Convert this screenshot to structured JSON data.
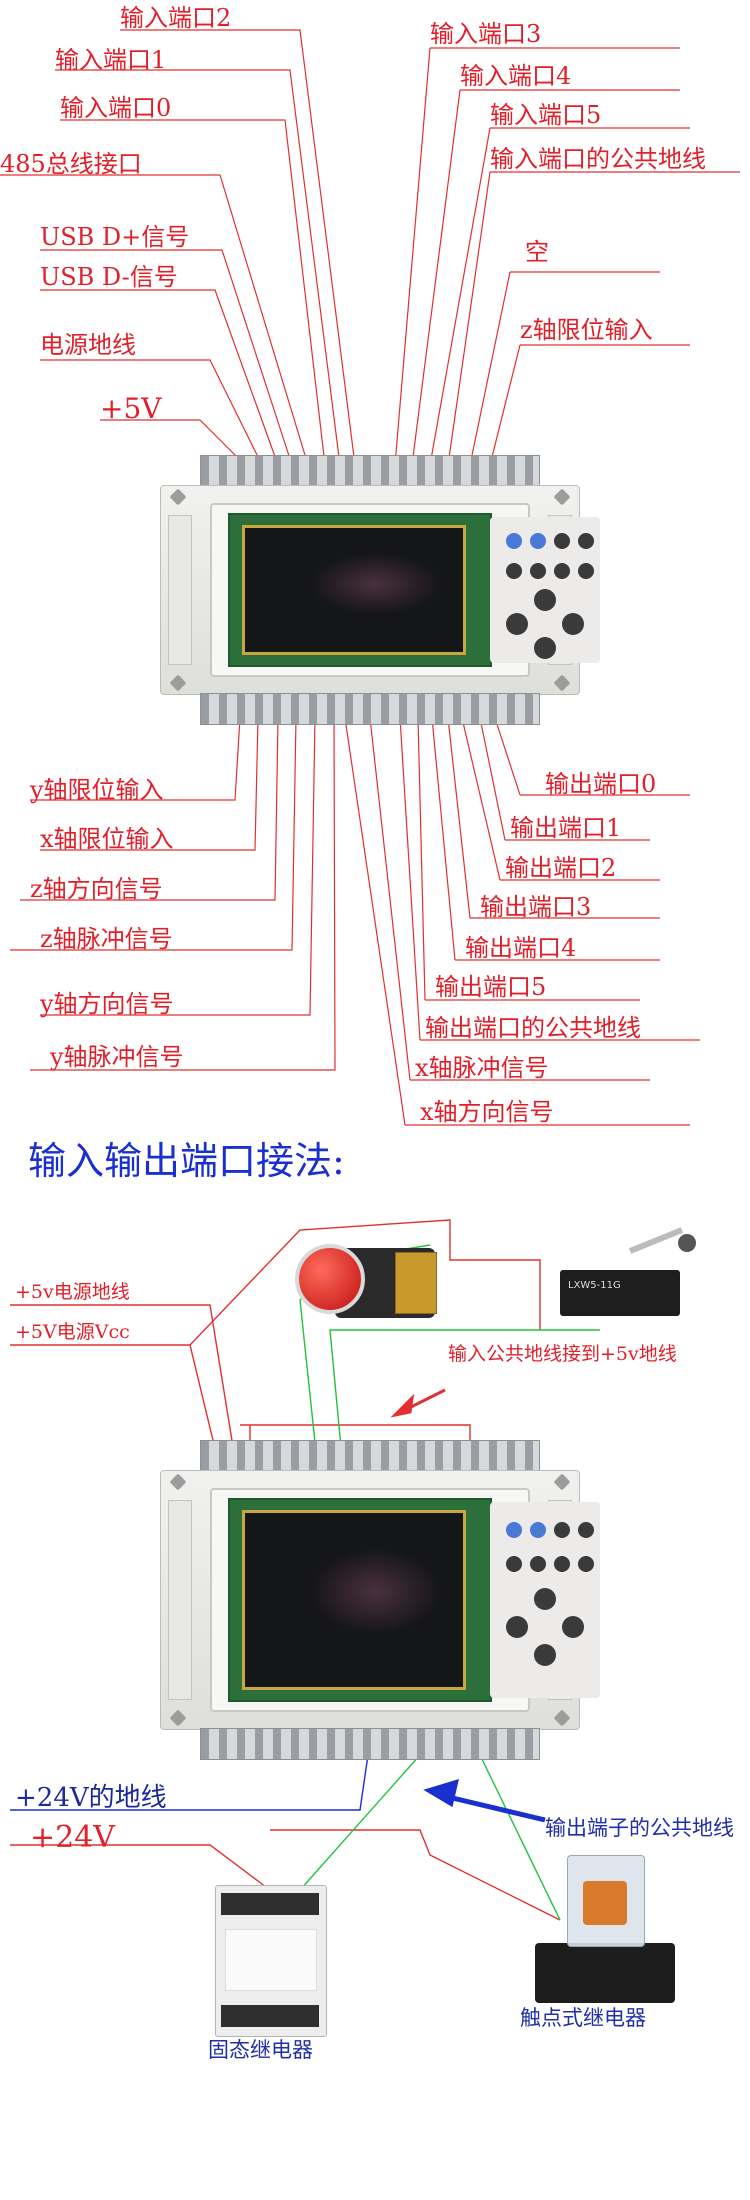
{
  "top_labels": {
    "in2": "输入端口2",
    "in1": "输入端口1",
    "in0": "输入端口0",
    "rs485": "485总线接口",
    "usb_dp": "USB D+信号",
    "usb_dm": "USB D-信号",
    "gnd": "电源地线",
    "v5": "+5V",
    "in3": "输入端口3",
    "in4": "输入端口4",
    "in5": "输入端口5",
    "in_com": "输入端口的公共地线",
    "empty": "空",
    "z_limit": "z轴限位输入"
  },
  "bottom_labels": {
    "y_limit": "y轴限位输入",
    "x_limit": "x轴限位输入",
    "z_dir": "z轴方向信号",
    "z_pulse": "z轴脉冲信号",
    "y_dir": "y轴方向信号",
    "y_pulse": "y轴脉冲信号",
    "out0": "输出端口0",
    "out1": "输出端口1",
    "out2": "输出端口2",
    "out3": "输出端口3",
    "out4": "输出端口4",
    "out5": "输出端口5",
    "out_com": "输出端口的公共地线",
    "x_pulse": "x轴脉冲信号",
    "x_dir": "x轴方向信号"
  },
  "section2": {
    "title": "输入输出端口接法:",
    "gnd5v": "+5v电源地线",
    "vcc5v": "+5V电源Vcc",
    "in_com_note": "输入公共地线接到+5v地线",
    "limit_switch_text": "LXW5-11G",
    "gnd24": "+24V的地线",
    "v24": "+24V",
    "out_com_note": "输出端子的公共地线",
    "ssr": "固态继电器",
    "relay": "触点式继电器"
  },
  "colors": {
    "label_red": "#e0202a",
    "title_blue": "#1a2fd0",
    "wire_green": "#22c33a",
    "wire_blue": "#1a2fd0"
  }
}
